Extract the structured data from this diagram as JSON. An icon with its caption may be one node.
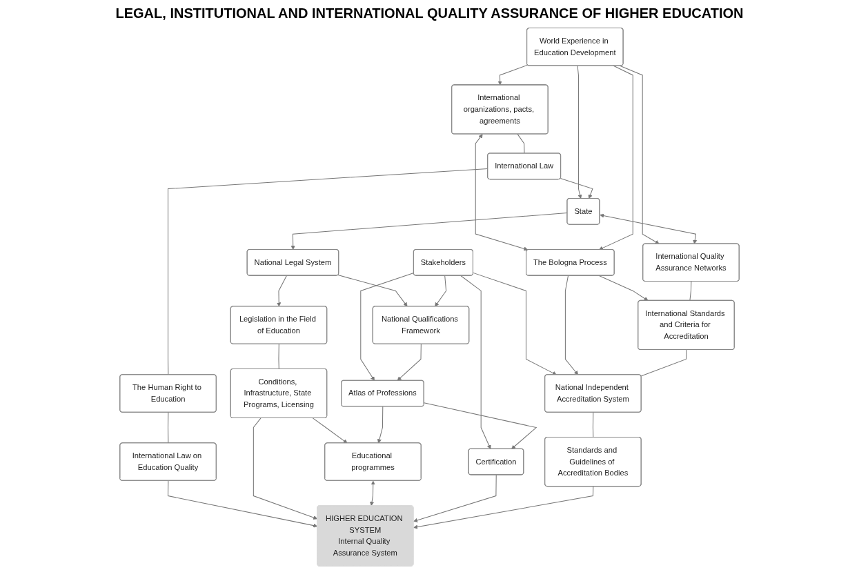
{
  "diagram": {
    "title": "LEGAL, INSTITUTIONAL AND INTERNATIONAL QUALITY ASSURANCE OF HIGHER EDUCATION",
    "nodes": [
      {
        "text": [
          "International organizations, pacts, agreements"
        ]
      },
      {
        "text": [
          "World Experience in Education Development"
        ]
      },
      {
        "text": [
          "The Bologna Process"
        ]
      },
      {
        "text": [
          "State"
        ]
      },
      {
        "text": [
          "International Quality Assurance Networks"
        ]
      },
      {
        "text": [
          "International Law"
        ]
      },
      {
        "text": [
          "Stakeholders"
        ]
      },
      {
        "text": [
          "National Legal System"
        ]
      },
      {
        "text": [
          "International Standards and Criteria for Accreditation"
        ]
      },
      {
        "text": [
          "The Human Right to Education"
        ]
      },
      {
        "text": [
          "National Qualifications Framework"
        ]
      },
      {
        "text": [
          "Legislation in the Field of Education"
        ]
      },
      {
        "text": [
          "National Independent Accreditation System"
        ]
      },
      {
        "text": [
          "Atlas of Professions"
        ]
      },
      {
        "text": [
          "International Law on Education Quality"
        ]
      },
      {
        "text": [
          "Conditions, Infrastructure, State Programs, Licensing"
        ]
      },
      {
        "text": [
          "Educational programmes"
        ]
      },
      {
        "text": [
          "Certification"
        ]
      },
      {
        "text": [
          "Standards and Guidelines of Accreditation Bodies"
        ]
      },
      {
        "text": [
          "HIGHER EDUCATION SYSTEM",
          "Internal Quality Assurance System"
        ]
      }
    ],
    "edges": [
      {
        "from": 1,
        "to": 0,
        "arrow": "to"
      },
      {
        "from": 1,
        "to": 3,
        "arrow": "to"
      },
      {
        "from": 0,
        "to": 2,
        "arrow": "both"
      },
      {
        "from": 1,
        "to": 2,
        "arrow": "to"
      },
      {
        "from": 1,
        "to": 4,
        "arrow": "to"
      },
      {
        "from": 0,
        "to": 5,
        "arrow": "none"
      },
      {
        "from": 5,
        "to": 3,
        "arrow": "to"
      },
      {
        "from": 3,
        "to": 4,
        "arrow": "both"
      },
      {
        "from": 5,
        "to": 9,
        "arrow": "none"
      },
      {
        "from": 9,
        "to": 14,
        "arrow": "none"
      },
      {
        "from": 14,
        "to": 19,
        "arrow": "to"
      },
      {
        "from": 3,
        "to": 7,
        "arrow": "to"
      },
      {
        "from": 7,
        "to": 11,
        "arrow": "to"
      },
      {
        "from": 7,
        "to": 10,
        "arrow": "to"
      },
      {
        "from": 11,
        "to": 15,
        "arrow": "none"
      },
      {
        "from": 15,
        "to": 16,
        "arrow": "to"
      },
      {
        "from": 15,
        "to": 19,
        "arrow": "to"
      },
      {
        "from": 16,
        "to": 19,
        "arrow": "both"
      },
      {
        "from": 6,
        "to": 10,
        "arrow": "to"
      },
      {
        "from": 6,
        "to": 13,
        "arrow": "to"
      },
      {
        "from": 6,
        "to": 17,
        "arrow": "to"
      },
      {
        "from": 6,
        "to": 12,
        "arrow": "to"
      },
      {
        "from": 10,
        "to": 13,
        "arrow": "to"
      },
      {
        "from": 13,
        "to": 16,
        "arrow": "to"
      },
      {
        "from": 13,
        "to": 17,
        "arrow": "to"
      },
      {
        "from": 17,
        "to": 19,
        "arrow": "to"
      },
      {
        "from": 2,
        "to": 8,
        "arrow": "to"
      },
      {
        "from": 2,
        "to": 12,
        "arrow": "to"
      },
      {
        "from": 4,
        "to": 8,
        "arrow": "none"
      },
      {
        "from": 8,
        "to": 12,
        "arrow": "none"
      },
      {
        "from": 12,
        "to": 18,
        "arrow": "none"
      },
      {
        "from": 18,
        "to": 19,
        "arrow": "to"
      }
    ]
  }
}
